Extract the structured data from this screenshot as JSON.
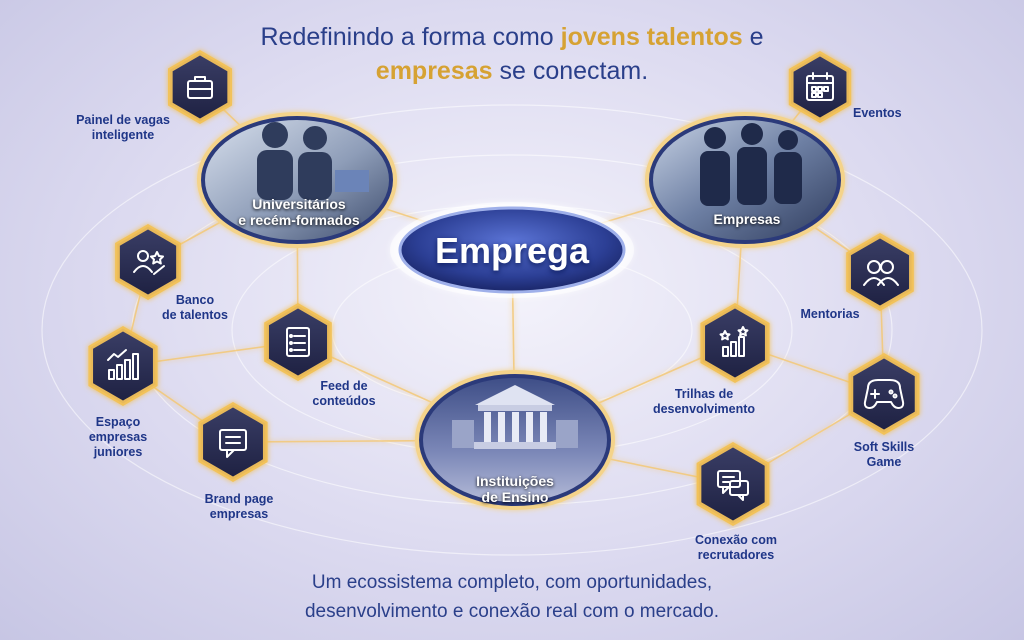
{
  "headline": {
    "part1": "Redefinindo a forma como ",
    "highlight1": "jovens talentos",
    "part2": " e",
    "highlight2": "empresas",
    "part3": " se conectam."
  },
  "hub": {
    "label": "Emprega"
  },
  "photos": {
    "students": {
      "line1": "Universitários",
      "line2": "e recém-formados"
    },
    "companies": {
      "label": "Empresas"
    },
    "institutions": {
      "line1": "Instituições",
      "line2": "de Ensino"
    }
  },
  "features": {
    "vagas": {
      "line1": "Painel de vagas",
      "line2": "inteligente",
      "icon": "briefcase-icon"
    },
    "banco": {
      "line1": "Banco",
      "line2": "de talentos",
      "icon": "talent-bank-icon"
    },
    "feed": {
      "line1": "Feed de",
      "line2": "conteúdos",
      "icon": "document-list-icon"
    },
    "espaco": {
      "line1": "Espaço",
      "line2": "empresas",
      "line3": "juniores",
      "icon": "growth-chart-icon"
    },
    "brand": {
      "line1": "Brand page",
      "line2": "empresas",
      "icon": "message-icon"
    },
    "eventos": {
      "line1": "Eventos",
      "icon": "calendar-icon"
    },
    "mentorias": {
      "line1": "Mentorias",
      "icon": "people-icon"
    },
    "trilhas": {
      "line1": "Trilhas de",
      "line2": "desenvolvimento",
      "icon": "stars-growth-icon"
    },
    "softskills": {
      "line1": "Soft Skills",
      "line2": "Game",
      "icon": "gamepad-icon"
    },
    "conexao": {
      "line1": "Conexão com",
      "line2": "recrutadores",
      "icon": "chat-icon"
    }
  },
  "footer": {
    "line1": "Um ecossistema completo, com oportunidades,",
    "line2": "desenvolvimento e conexão real com o mercado."
  },
  "colors": {
    "navy": "#2a3f8a",
    "gold": "#d6a233",
    "hex_fill": "#2b2f52",
    "glow": "#f2c25a"
  }
}
